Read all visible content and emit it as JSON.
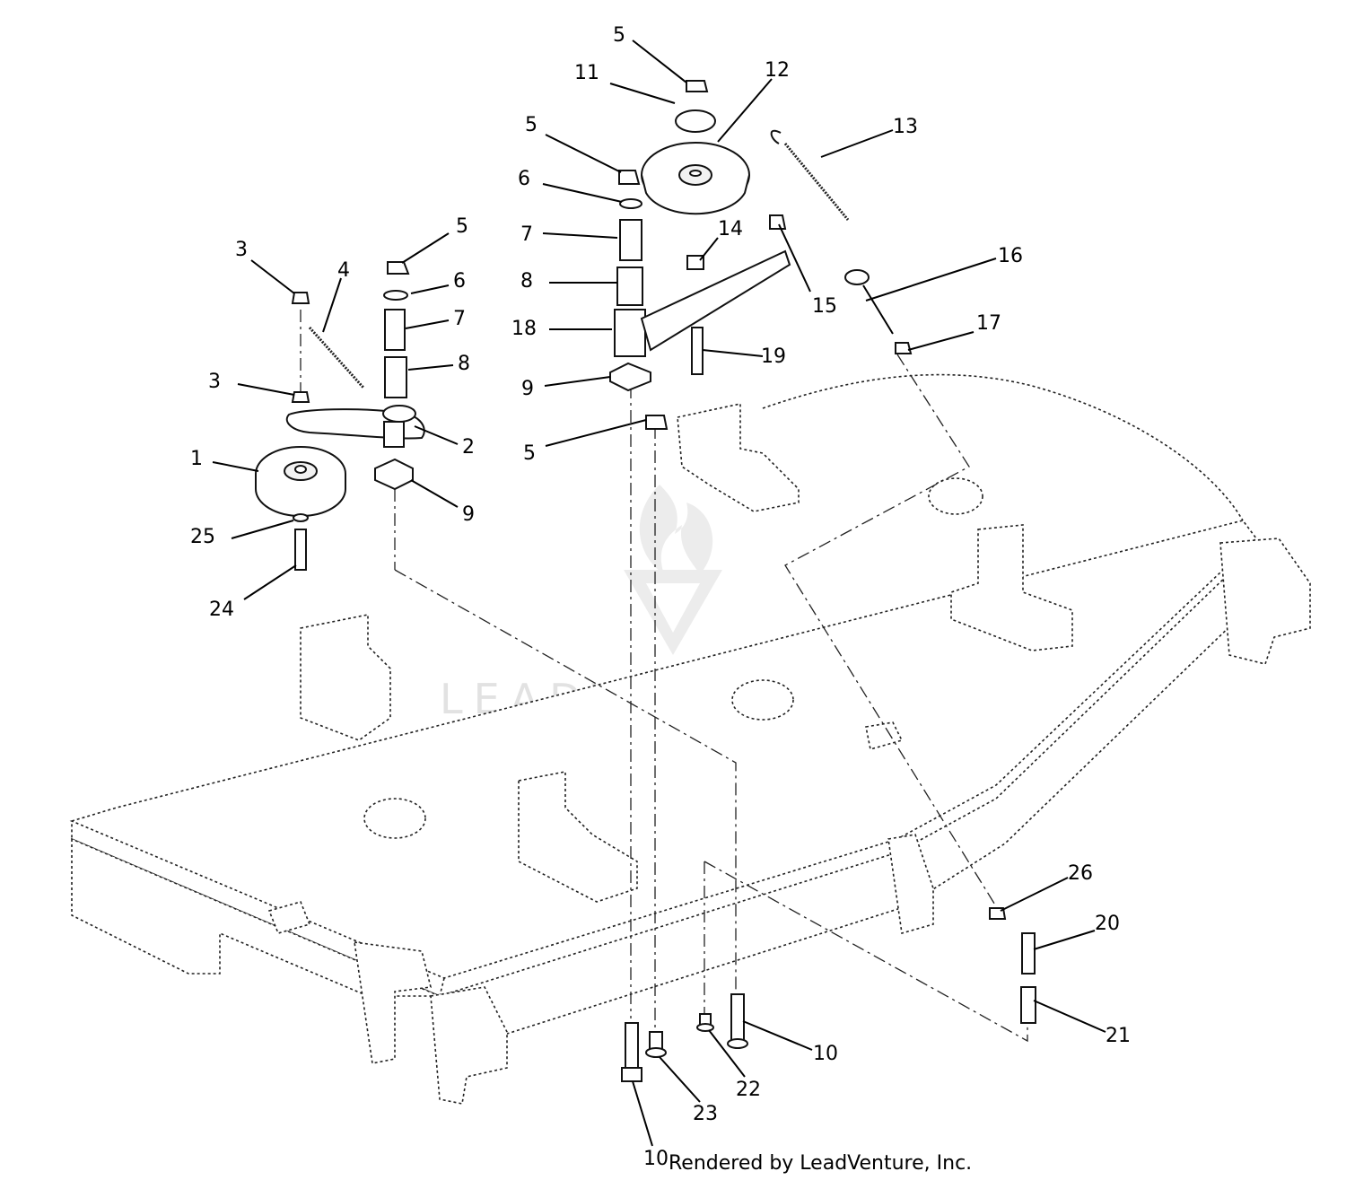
{
  "credit": "Rendered by LeadVenture, Inc.",
  "watermark": "LEADVENTURE",
  "callouts": [
    {
      "label": "1"
    },
    {
      "label": "2"
    },
    {
      "label": "3"
    },
    {
      "label": "3"
    },
    {
      "label": "4"
    },
    {
      "label": "5"
    },
    {
      "label": "5"
    },
    {
      "label": "5"
    },
    {
      "label": "5"
    },
    {
      "label": "6"
    },
    {
      "label": "6"
    },
    {
      "label": "7"
    },
    {
      "label": "7"
    },
    {
      "label": "8"
    },
    {
      "label": "8"
    },
    {
      "label": "9"
    },
    {
      "label": "9"
    },
    {
      "label": "10"
    },
    {
      "label": "10"
    },
    {
      "label": "11"
    },
    {
      "label": "12"
    },
    {
      "label": "13"
    },
    {
      "label": "14"
    },
    {
      "label": "15"
    },
    {
      "label": "16"
    },
    {
      "label": "17"
    },
    {
      "label": "18"
    },
    {
      "label": "19"
    },
    {
      "label": "20"
    },
    {
      "label": "21"
    },
    {
      "label": "22"
    },
    {
      "label": "23"
    },
    {
      "label": "24"
    },
    {
      "label": "25"
    },
    {
      "label": "26"
    }
  ]
}
